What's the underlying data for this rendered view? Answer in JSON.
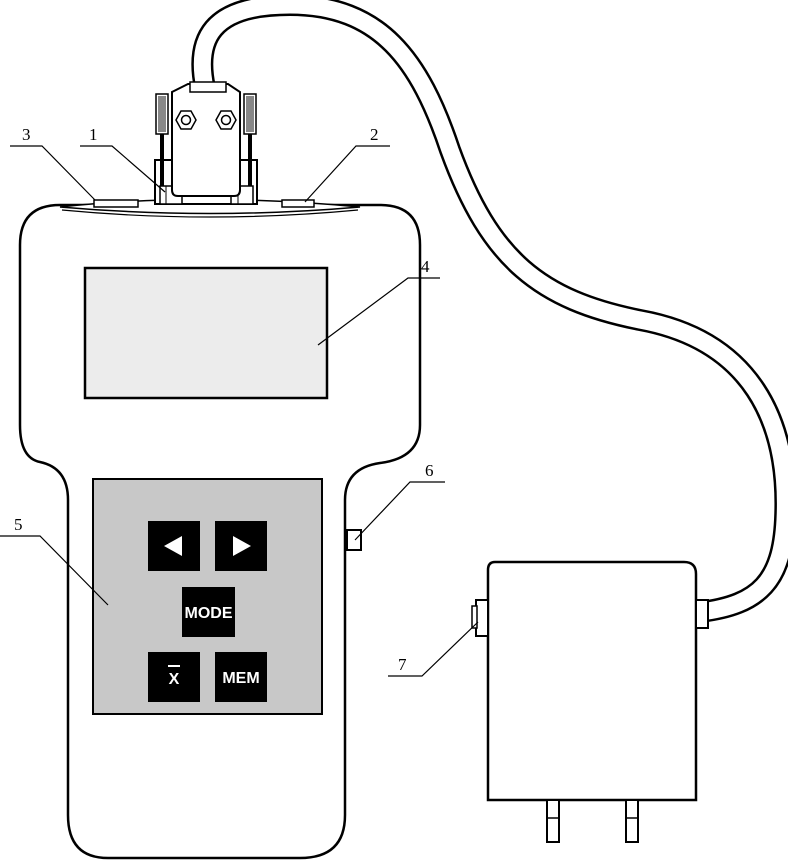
{
  "callouts": {
    "c1": "1",
    "c2": "2",
    "c3": "3",
    "c4": "4",
    "c5": "5",
    "c6": "6",
    "c7": "7"
  },
  "keypad": {
    "left_arrow": "left-arrow-icon",
    "right_arrow": "right-arrow-icon",
    "mode_label": "MODE",
    "mean_label": "X",
    "mem_label": "MEM"
  },
  "colors": {
    "body_fill": "#ffffff",
    "screen_fill": "#ececec",
    "keypad_fill": "#c8c8c8",
    "key_fill": "#000000",
    "ink": "#000000"
  }
}
